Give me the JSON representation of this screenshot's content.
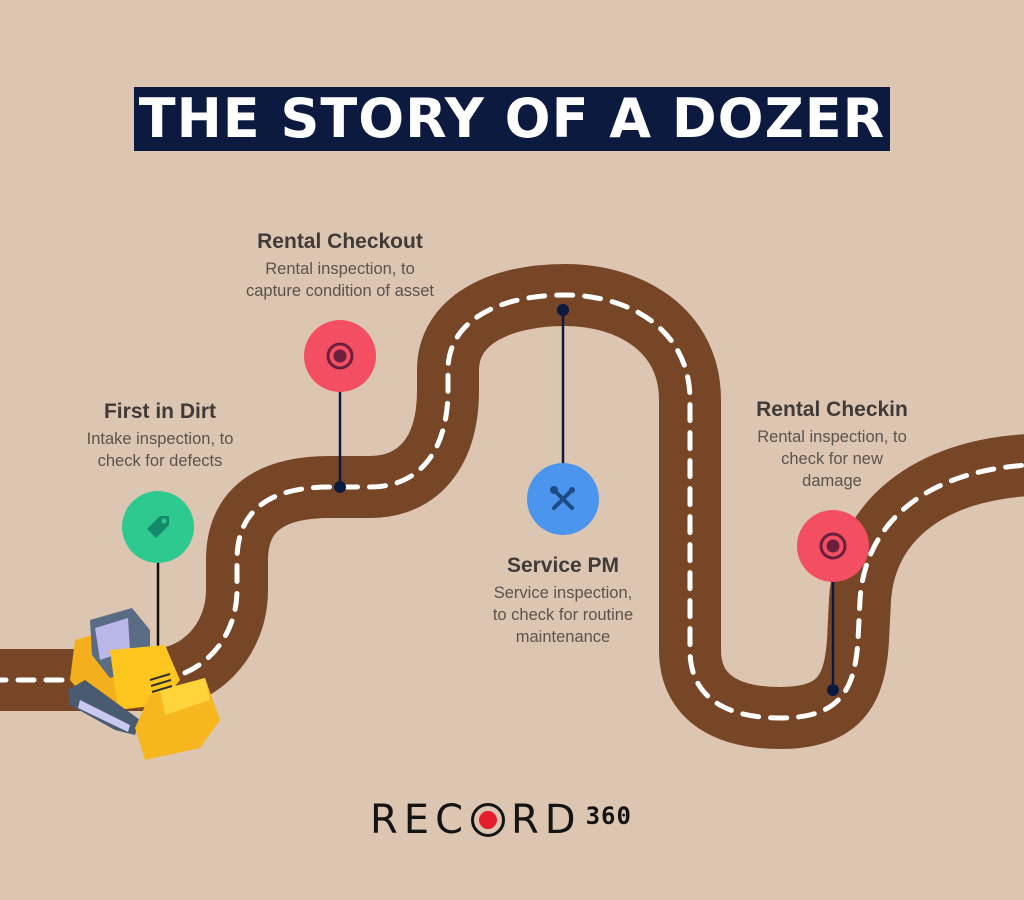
{
  "title": "THE STORY OF A DOZER",
  "colors": {
    "background": "#dcc6b2",
    "title_bg": "#0c1a3f",
    "road": "#774626",
    "road_dash": "#ffffff",
    "pin_green": "#2ec98f",
    "pin_red": "#f44e63",
    "pin_blue": "#4b95ee",
    "stem": "#0c1a3f",
    "logo_red": "#e41e2d"
  },
  "stages": [
    {
      "title": "First in Dirt",
      "description_lines": [
        "Intake inspection, to",
        "check for defects"
      ],
      "icon": "tag-icon",
      "color": "green"
    },
    {
      "title": "Rental Checkout",
      "description_lines": [
        "Rental inspection, to",
        "capture condition of asset"
      ],
      "icon": "target-icon",
      "color": "red"
    },
    {
      "title": "Service PM",
      "description_lines": [
        "Service inspection,",
        "to check for routine",
        "maintenance"
      ],
      "icon": "wrench-screwdriver-icon",
      "color": "blue"
    },
    {
      "title": "Rental Checkin",
      "description_lines": [
        "Rental inspection, to",
        "check for new",
        "damage"
      ],
      "icon": "target-icon",
      "color": "red"
    }
  ],
  "logo": {
    "word_left": "REC",
    "word_right": "RD",
    "number": "360"
  }
}
